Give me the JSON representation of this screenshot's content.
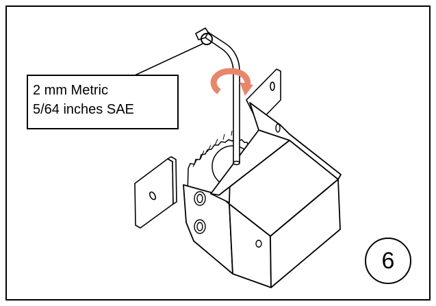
{
  "callout": {
    "line1": "2 mm Metric",
    "line2": "5/64 inches SAE"
  },
  "step": {
    "number": "6"
  },
  "colors": {
    "rotation_arrow": "#E8866A",
    "stroke": "#000000",
    "background": "#FFFFFF"
  }
}
